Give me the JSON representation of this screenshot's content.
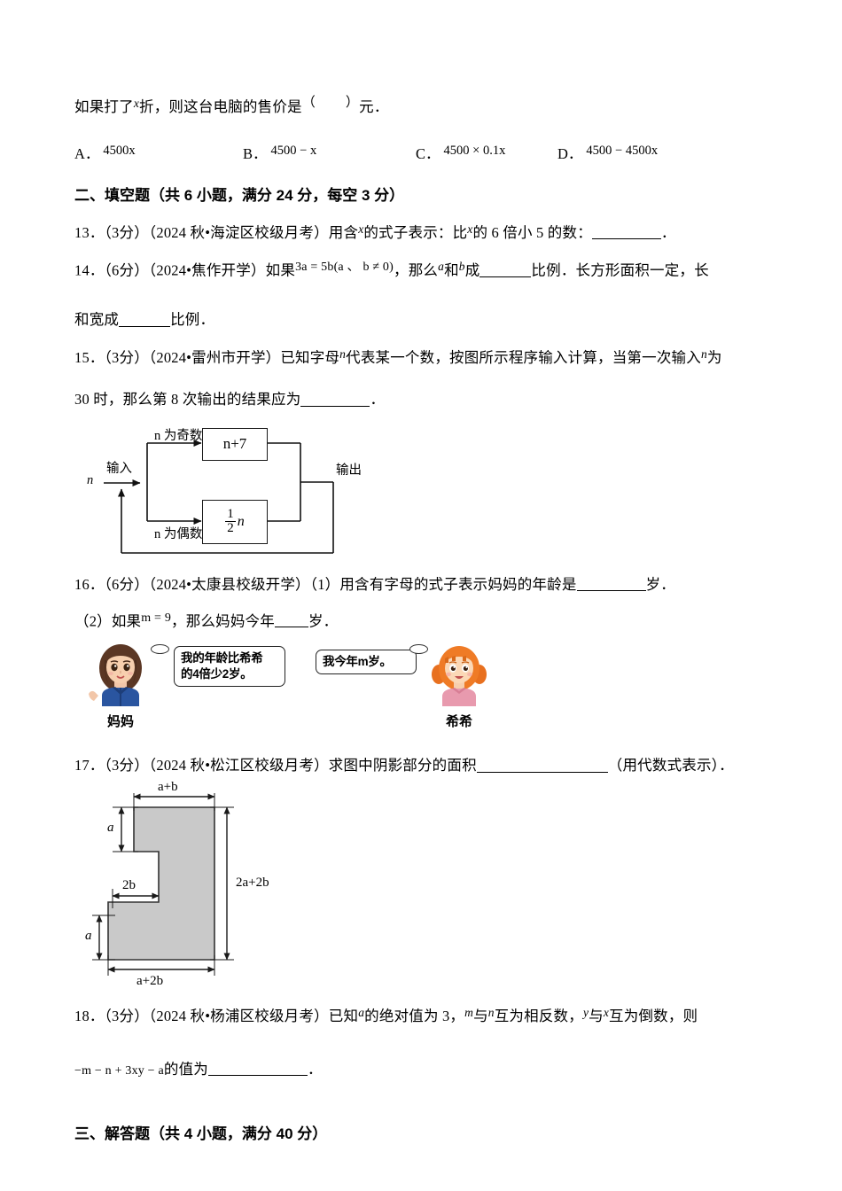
{
  "document": {
    "type": "math-exam-paper",
    "language": "zh-CN"
  },
  "q12": {
    "stem_prefix": "如果打了",
    "stem_var": "x",
    "stem_suffix": "折，则这台电脑的售价是",
    "paren_open": "（",
    "paren_close": "）",
    "unit": "元．",
    "options": [
      {
        "tag": "A．",
        "expr": "4500x"
      },
      {
        "tag": "B．",
        "expr": "4500 − x"
      },
      {
        "tag": "C．",
        "expr": "4500 × 0.1x"
      },
      {
        "tag": "D．",
        "expr": "4500 − 4500x"
      }
    ]
  },
  "section2": {
    "heading": "二、填空题（共 6 小题，满分 24 分，每空 3 分）"
  },
  "q13": {
    "number": "13．",
    "score": "（3分）",
    "source": "（2024 秋•海淀区校级月考）",
    "text_a": "用含",
    "var1": "x",
    "text_b": "的式子表示：比",
    "var2": "x",
    "text_c": "的 6 倍小 5 的数：",
    "text_d": "．"
  },
  "q14": {
    "number": "14．",
    "score": "（6分）",
    "source": "（2024•焦作开学）",
    "text_a": "如果",
    "expr": "3a = 5b(a 、 b ≠ 0)",
    "text_b": "，那么",
    "var_a": "a",
    "text_c": "和",
    "var_b": "b",
    "text_d": "成",
    "text_e": "比例．长方形面积一定，长",
    "line2_a": "和宽成",
    "line2_b": "比例．"
  },
  "q15": {
    "number": "15．",
    "score": "（3分）",
    "source": "（2024•雷州市开学）",
    "text_a": "已知字母",
    "var_n": "n",
    "text_b": "代表某一个数，按图所示程序输入计算，当第一次输入",
    "var_n2": "n",
    "text_c": "为",
    "line2_a": "30 时，那么第 8 次输出的结果应为",
    "line2_b": "．",
    "flowchart": {
      "input_var": "n",
      "input_label": "输入",
      "output_label": "输出",
      "branch_odd_label": "n 为奇数",
      "branch_even_label": "n 为偶数",
      "box_odd": "n+7",
      "box_even_numerator": "1",
      "box_even_denominator": "2",
      "box_even_var": "n"
    }
  },
  "q16": {
    "number": "16．",
    "score": "（6分）",
    "source": "（2024•太康县校级开学）",
    "part1": "（1）用含有字母的式子表示妈妈的年龄是",
    "part1_unit": "岁．",
    "part2_a": "（2）如果",
    "part2_expr": "m = 9",
    "part2_b": "，那么妈妈今年",
    "part2_c": "岁．",
    "scene": {
      "mother_name": "妈妈",
      "mother_bubble_line1": "我的年龄比希希",
      "mother_bubble_line2": "的4倍少2岁。",
      "child_name": "希希",
      "child_bubble": "我今年m岁。"
    }
  },
  "q17": {
    "number": "17．",
    "score": "（3分）",
    "source": "（2024 秋•松江区校级月考）",
    "text_a": "求图中阴影部分的面积",
    "text_b": "（用代数式表示）．",
    "figure": {
      "top_width_label": "a+b",
      "top_height_label": "a",
      "notch_width_label": "2b",
      "bottom_height_label": "a",
      "right_height_label": "2a+2b",
      "bottom_width_label": "a+2b",
      "fill_color": "#c8c8c8"
    }
  },
  "q18": {
    "number": "18．",
    "score": "（3分）",
    "source": "（2024 秋•杨浦区校级月考）",
    "text_a": "已知",
    "var_a": "a",
    "text_b": "的绝对值为 3，",
    "var_m": "m",
    "text_c": "与",
    "var_n": "n",
    "text_d": "互为相反数，",
    "var_y": "y",
    "text_e": "与",
    "var_x": "x",
    "text_f": "互为倒数，则",
    "line2_expr": "−m − n + 3xy − a",
    "line2_a": "的值为",
    "line2_b": "．"
  },
  "section3": {
    "heading": "三、解答题（共 4 小题，满分 40 分）"
  }
}
